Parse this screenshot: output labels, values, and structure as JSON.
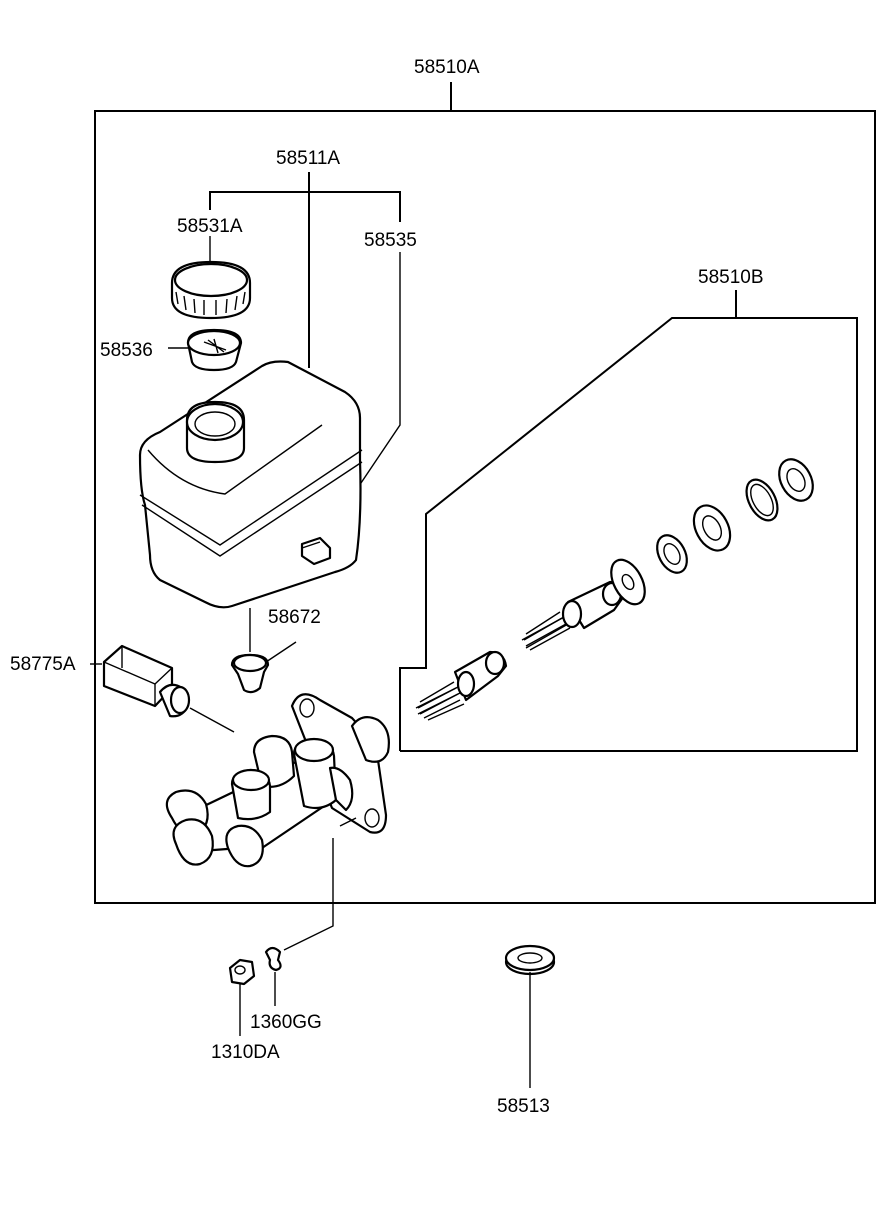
{
  "diagram": {
    "labels": {
      "assembly": "58510A",
      "reservoir": "58511A",
      "cap": "58531A",
      "sensor": "58535",
      "kit": "58510B",
      "strainer": "58536",
      "grommet": "58672",
      "valve": "58775A",
      "nut": "1310DA",
      "washer": "1360GG",
      "seal": "58513"
    }
  }
}
